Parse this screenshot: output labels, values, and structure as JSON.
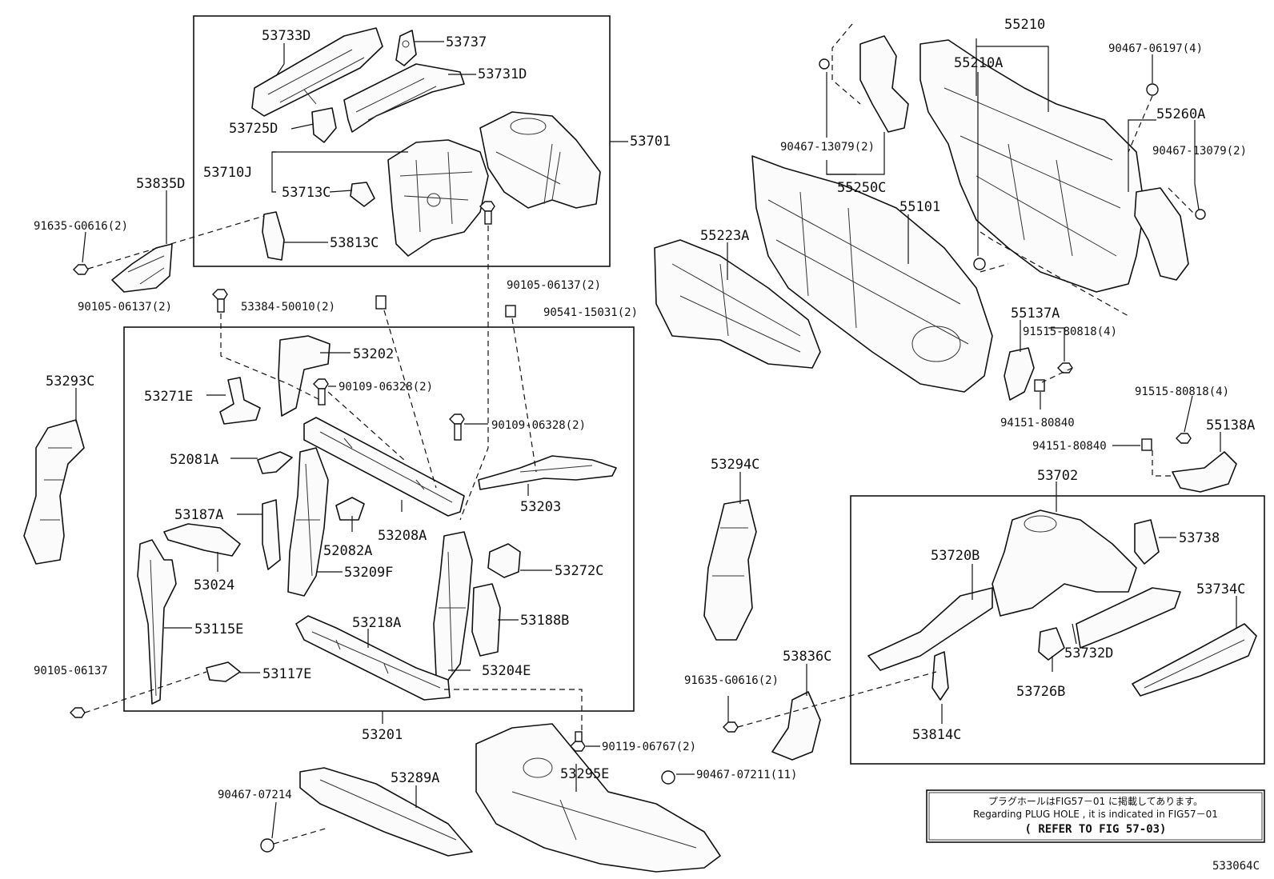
{
  "labels": {
    "p53733D": "53733D",
    "p53737": "53737",
    "p53731D": "53731D",
    "p53725D": "53725D",
    "p53701": "53701",
    "p53710J": "53710J",
    "p53713C": "53713C",
    "p53813C": "53813C",
    "p53835D": "53835D",
    "p91635a": "91635-G0616(2)",
    "p90105a": "90105-06137(2)",
    "p53384": "53384-50010(2)",
    "p90105b": "90105-06137(2)",
    "p90541": "90541-15031(2)",
    "p53202": "53202",
    "p53271E": "53271E",
    "p90109a": "90109-06328(2)",
    "p90109b": "90109-06328(2)",
    "p52081A": "52081A",
    "p53187A": "53187A",
    "p52082A": "52082A",
    "p53208A": "53208A",
    "p53203": "53203",
    "p53024": "53024",
    "p53209F": "53209F",
    "p53272C": "53272C",
    "p53115E": "53115E",
    "p53218A": "53218A",
    "p53188B": "53188B",
    "p90105c": "90105-06137",
    "p53117E": "53117E",
    "p53204E": "53204E",
    "p53201": "53201",
    "p53293C": "53293C",
    "p55210": "55210",
    "p55210A": "55210A",
    "p90467a": "90467-06197(4)",
    "p55260A": "55260A",
    "p90467b": "90467-13079(2)",
    "p90467c": "90467-13079(2)",
    "p55250C": "55250C",
    "p55101": "55101",
    "p55223A": "55223A",
    "p55137A": "55137A",
    "p91515a": "91515-80818(4)",
    "p94151a": "94151-80840",
    "p91515b": "91515-80818(4)",
    "p94151b": "94151-80840",
    "p55138A": "55138A",
    "p53702": "53702",
    "p53294C": "53294C",
    "p53738": "53738",
    "p53720B": "53720B",
    "p53734C": "53734C",
    "p53732D": "53732D",
    "p53726B": "53726B",
    "p53836C": "53836C",
    "p91635b": "91635-G0616(2)",
    "p53814C": "53814C",
    "p90119": "90119-06767(2)",
    "p53295E": "53295E",
    "p90467d": "90467-07211(11)",
    "p53289A": "53289A",
    "p90467e": "90467-07214"
  },
  "note": {
    "line_jp": "プラグホールはFIG57－01 に掲載してあります。",
    "line_en": "Regarding PLUG HOLE , it is indicated in FIG57－01",
    "ref": "( REFER TO FIG 57-03)"
  },
  "figure_code": "533064C"
}
